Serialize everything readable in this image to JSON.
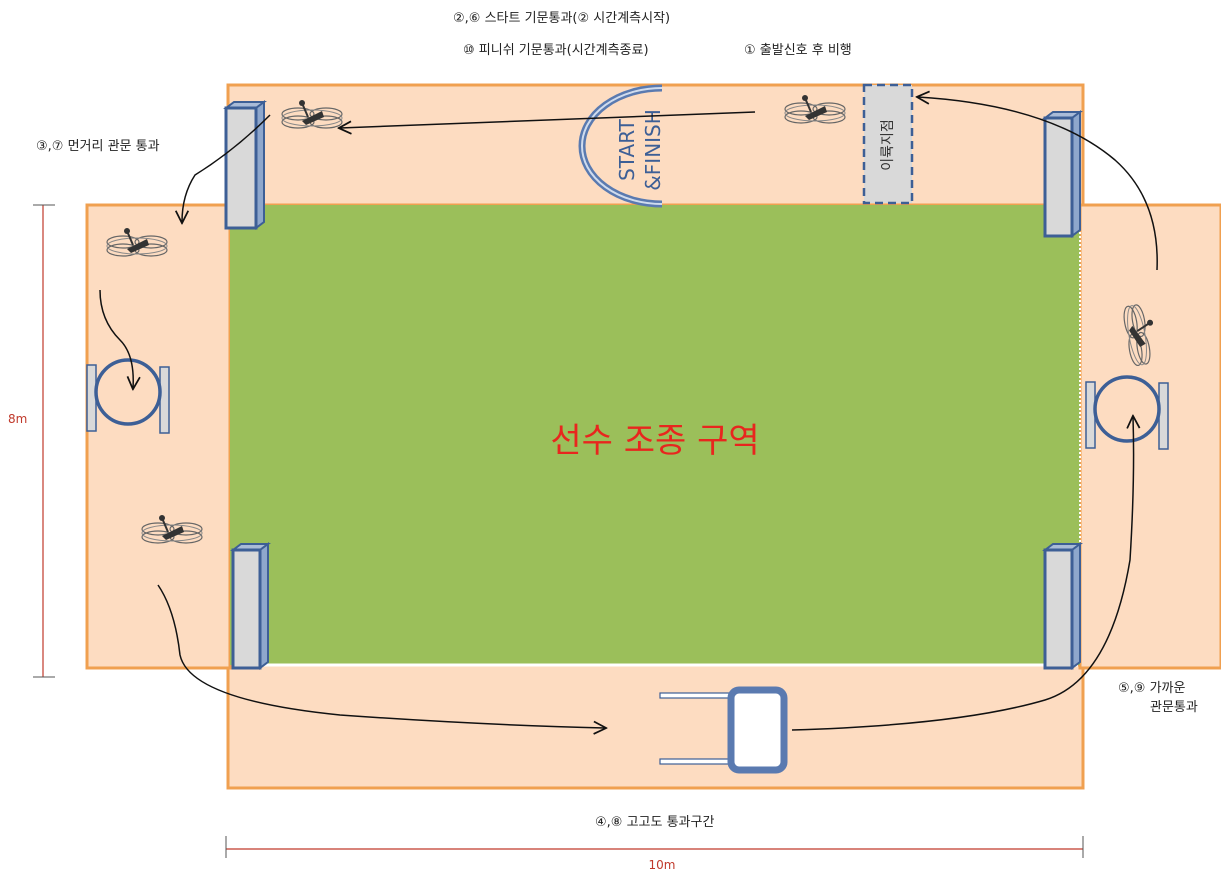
{
  "labels": {
    "start_gate": "②,⑥ 스타트 기문통과(② 시간계측시작)",
    "finish_gate": "⑩ 피니쉬 기문통과(시간계측종료)",
    "takeoff": "① 출발신호 후 비행",
    "far_gate": "③,⑦ 먼거리 관문 통과",
    "near_gate_line1": "⑤,⑨  가까운",
    "near_gate_line2": "관문통과",
    "high_section": "④,⑧ 고고도 통과구간",
    "pilot_zone": "선수 조종 구역",
    "takeoff_point": "이륙지점",
    "arch_line1": "START",
    "arch_line2": "&FINISH",
    "height_dim": "8m",
    "width_dim": "10m"
  },
  "colors": {
    "field_fill": "#fddcc1",
    "field_border": "#f0a050",
    "pilot_zone": "#9bbf5a",
    "gate_fill": "#d9d9d9",
    "gate_border": "#3d5f96",
    "dimension": "#c0392b"
  }
}
